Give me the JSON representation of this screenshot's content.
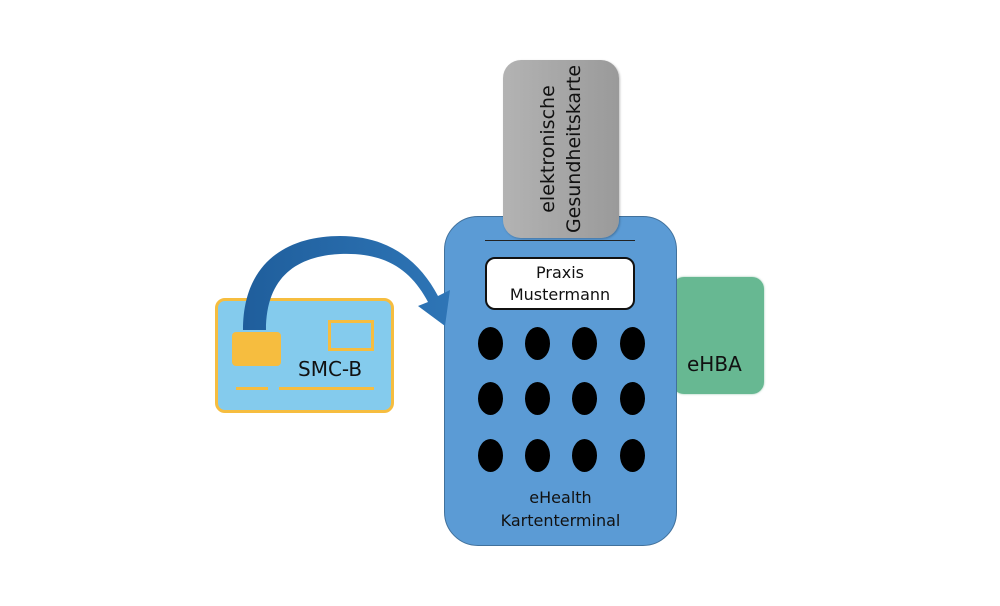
{
  "cards": {
    "egk": {
      "line1": "elektronische",
      "line2": "Gesundheitskarte",
      "color": "#a6a6a6"
    },
    "ehba": {
      "label": "eHBA",
      "color": "#67b892"
    },
    "smcb": {
      "label": "SMC-B",
      "color": "#84cbed",
      "accent": "#f6bd3f"
    }
  },
  "terminal": {
    "display_line1": "Praxis",
    "display_line2": "Mustermann",
    "label_line1": "eHealth",
    "label_line2": "Kartenterminal",
    "keypad": {
      "rows": 3,
      "cols": 4
    },
    "color": "#5b9bd5"
  },
  "arrow": {
    "from": "smcb",
    "to": "terminal",
    "color": "#2e75b6"
  }
}
